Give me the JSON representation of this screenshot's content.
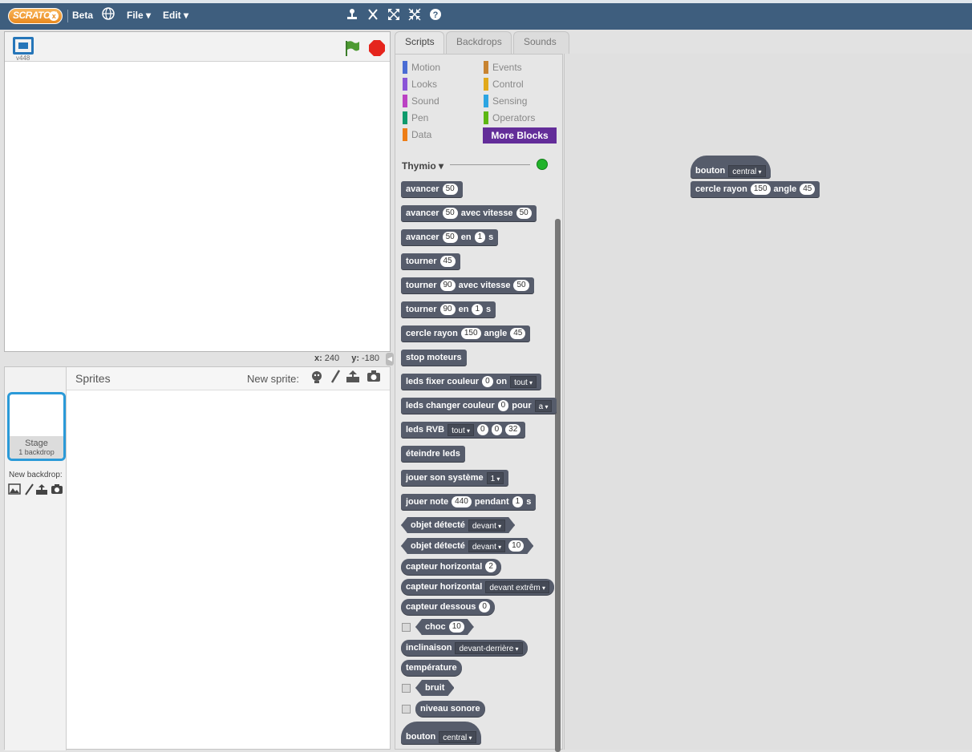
{
  "topbar": {
    "logo": "SCRATCH",
    "beta": "Beta",
    "file": "File",
    "edit": "Edit",
    "icons": [
      "globe-icon",
      "stamp-icon",
      "cut-icon",
      "grow-icon",
      "shrink-icon",
      "help-icon"
    ]
  },
  "stage": {
    "version": "v448",
    "x_label": "x:",
    "x_value": "240",
    "y_label": "y:",
    "y_value": "-180"
  },
  "sprites": {
    "title": "Sprites",
    "new_sprite": "New sprite:",
    "stage_label": "Stage",
    "stage_sub": "1 backdrop",
    "new_backdrop": "New backdrop:"
  },
  "tabs": [
    "Scripts",
    "Backdrops",
    "Sounds"
  ],
  "categories": {
    "motion": "Motion",
    "looks": "Looks",
    "sound": "Sound",
    "pen": "Pen",
    "data": "Data",
    "events": "Events",
    "control": "Control",
    "sensing": "Sensing",
    "operators": "Operators",
    "more": "More Blocks"
  },
  "colors": {
    "motion": "#4a6cd4",
    "looks": "#8a55d7",
    "sound": "#bb42c3",
    "pen": "#0e9a6c",
    "data": "#ee7d16",
    "events": "#c88330",
    "control": "#e1a91a",
    "sensing": "#2ca5e2",
    "operators": "#5cb712",
    "more": "#632d99"
  },
  "palette": {
    "extension": "Thymio",
    "blocks": {
      "b1": {
        "t1": "avancer",
        "n1": "50"
      },
      "b2": {
        "t1": "avancer",
        "n1": "50",
        "t2": "avec vitesse",
        "n2": "50"
      },
      "b3": {
        "t1": "avancer",
        "n1": "50",
        "t2": "en",
        "n2": "1",
        "t3": "s"
      },
      "b4": {
        "t1": "tourner",
        "n1": "45"
      },
      "b5": {
        "t1": "tourner",
        "n1": "90",
        "t2": "avec vitesse",
        "n2": "50"
      },
      "b6": {
        "t1": "tourner",
        "n1": "90",
        "t2": "en",
        "n2": "1",
        "t3": "s"
      },
      "b7": {
        "t1": "cercle rayon",
        "n1": "150",
        "t2": "angle",
        "n2": "45"
      },
      "b8": {
        "t1": "stop moteurs"
      },
      "b9": {
        "t1": "leds fixer couleur",
        "n1": "0",
        "t2": "on",
        "d1": "tout"
      },
      "b10": {
        "t1": "leds changer couleur",
        "n1": "0",
        "t2": "pour",
        "d1": "a"
      },
      "b11": {
        "t1": "leds RVB",
        "d1": "tout",
        "n1": "0",
        "n2": "0",
        "n3": "32"
      },
      "b12": {
        "t1": "éteindre leds"
      },
      "b13": {
        "t1": "jouer son système",
        "d1": "1"
      },
      "b14": {
        "t1": "jouer note",
        "n1": "440",
        "t2": "pendant",
        "n2": "1",
        "t3": "s"
      },
      "b15": {
        "t1": "objet détecté",
        "d1": "devant"
      },
      "b16": {
        "t1": "objet détecté",
        "d1": "devant",
        "n1": "10"
      },
      "b17": {
        "t1": "capteur horizontal",
        "n1": "2"
      },
      "b18": {
        "t1": "capteur horizontal",
        "d1": "devant extrêm"
      },
      "b19": {
        "t1": "capteur dessous",
        "n1": "0"
      },
      "b20": {
        "t1": "choc",
        "n1": "10"
      },
      "b21": {
        "t1": "inclinaison",
        "d1": "devant-derrière"
      },
      "b22": {
        "t1": "température"
      },
      "b23": {
        "t1": "bruit"
      },
      "b24": {
        "t1": "niveau sonore"
      },
      "b25": {
        "t1": "bouton",
        "d1": "central"
      }
    }
  },
  "script": {
    "hat": {
      "t1": "bouton",
      "d1": "central"
    },
    "cmd": {
      "t1": "cercle rayon",
      "n1": "150",
      "t2": "angle",
      "n2": "45"
    }
  }
}
